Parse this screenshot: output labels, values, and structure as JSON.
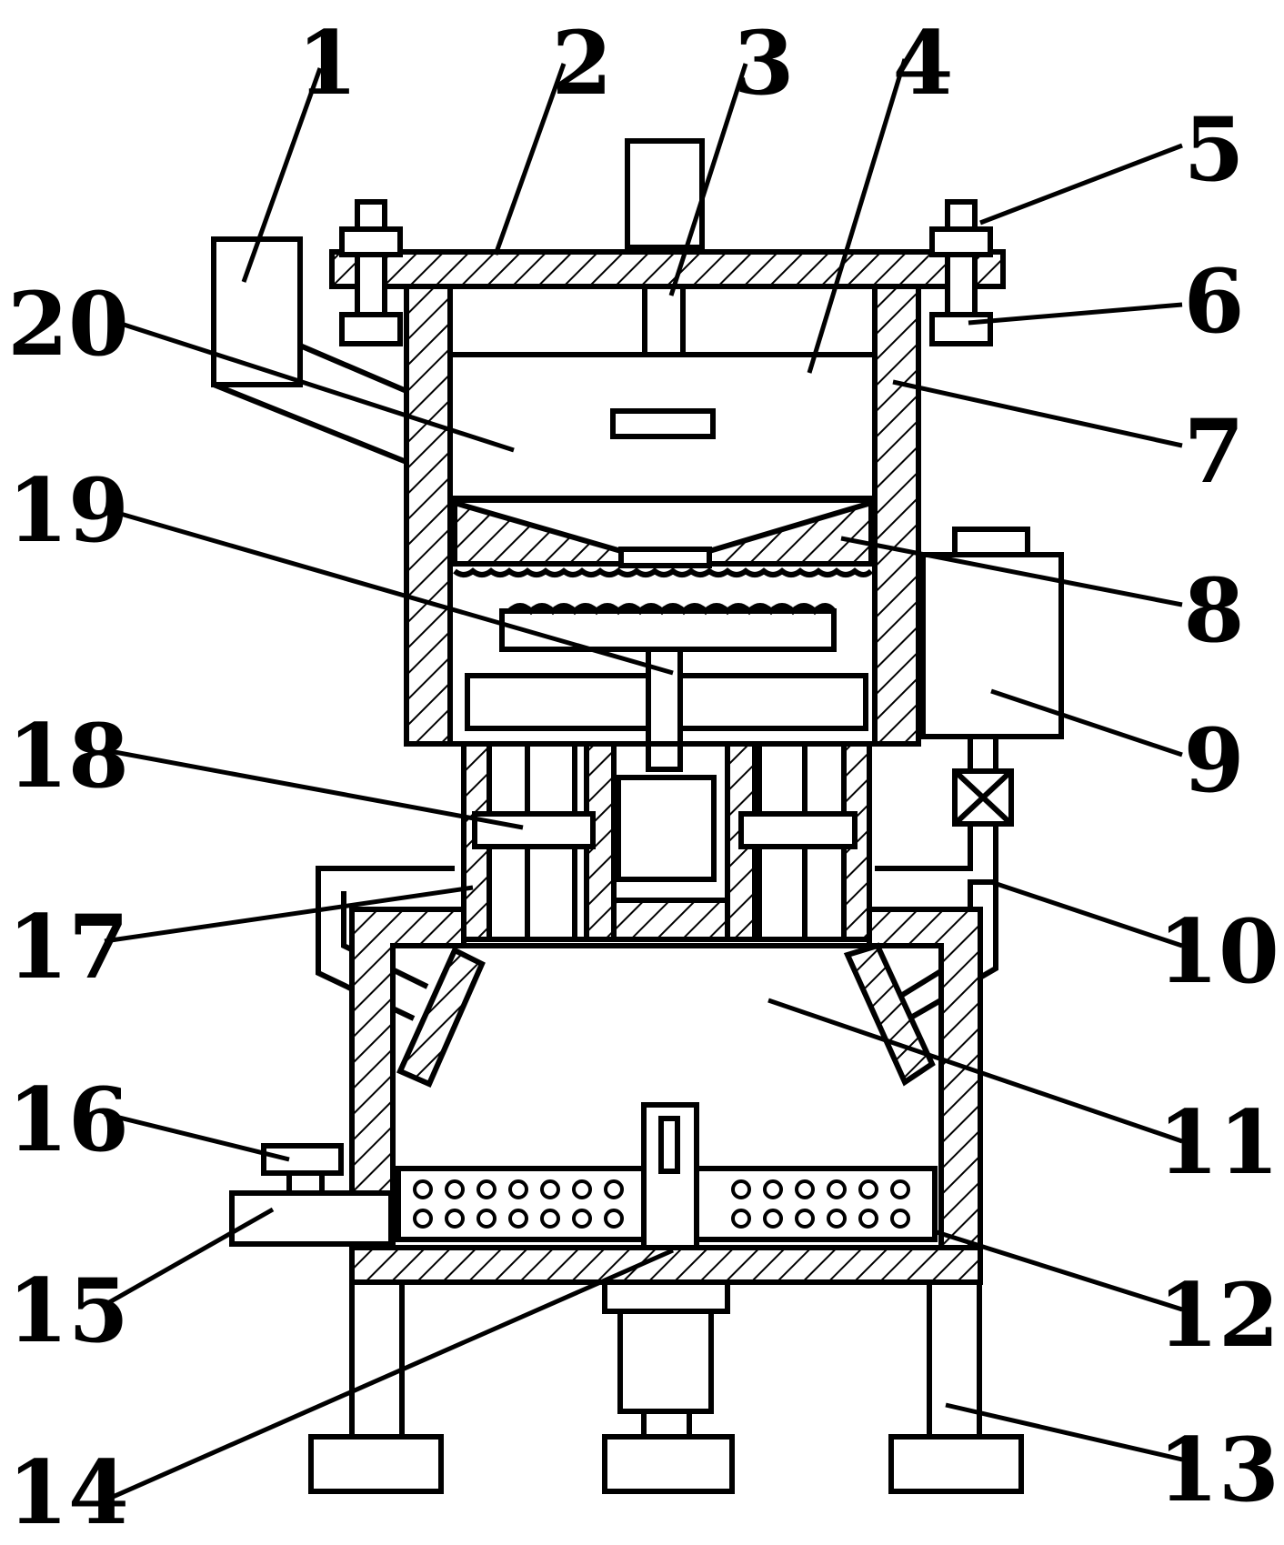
{
  "figure": {
    "callouts": [
      "1",
      "2",
      "3",
      "4",
      "5",
      "6",
      "7",
      "8",
      "9",
      "10",
      "11",
      "12",
      "13",
      "14",
      "15",
      "16",
      "17",
      "18",
      "19",
      "20"
    ]
  }
}
